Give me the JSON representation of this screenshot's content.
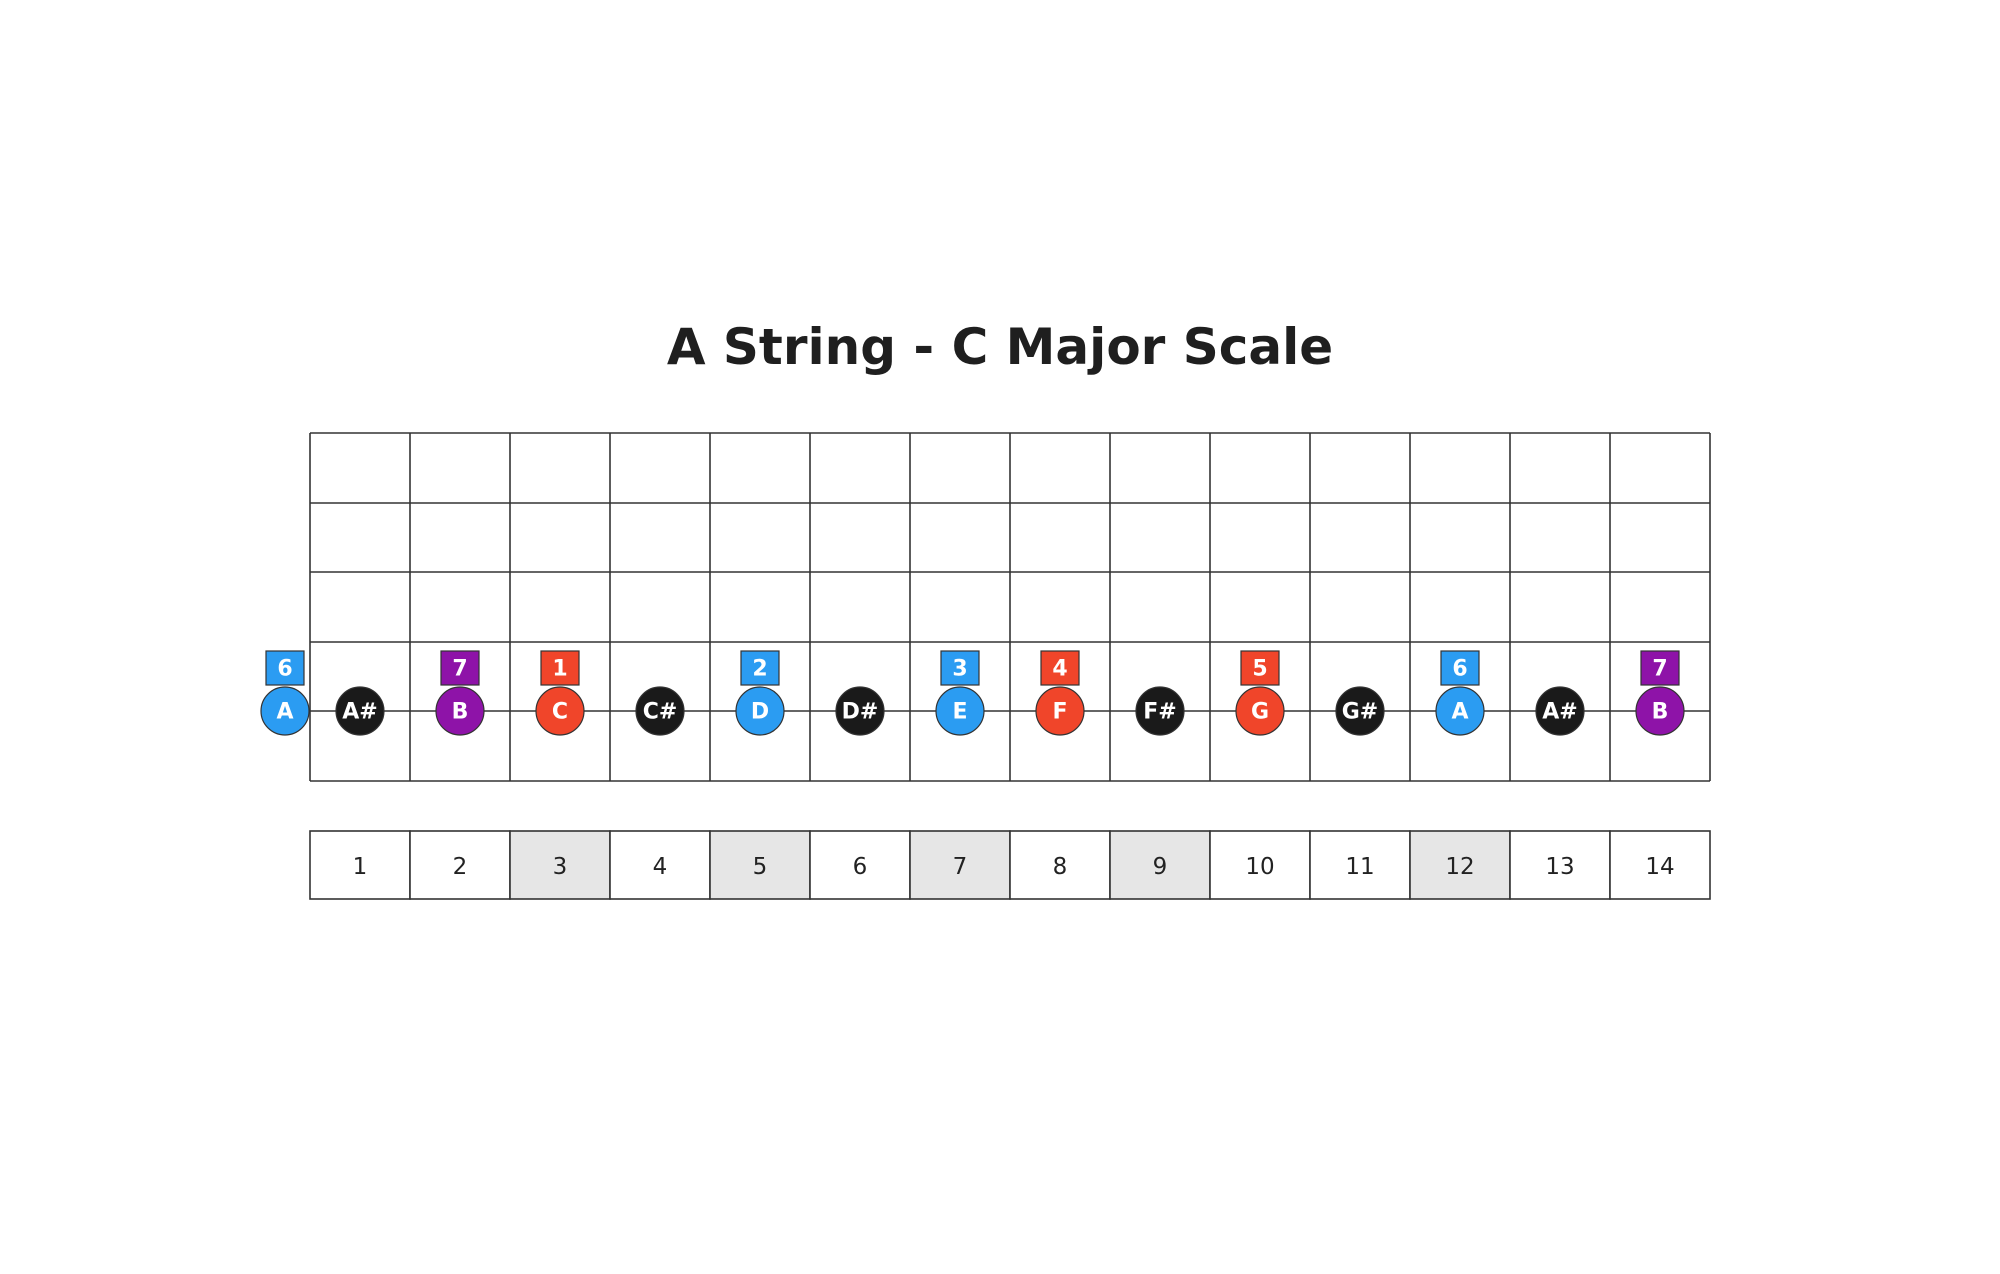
{
  "title": "A String - C Major Scale",
  "colors": {
    "degree_blue": "#2b9cf2",
    "degree_red": "#f0452a",
    "degree_purple": "#8e13a8",
    "chromatic_black": "#1a1a1a",
    "highlight_fret": "#e6e6e6",
    "grid_line": "#333333"
  },
  "open_note": {
    "note": "A",
    "degree": "6",
    "color": "blue"
  },
  "frets": [
    {
      "number": "1",
      "note": "A#",
      "degree": "",
      "color": "black",
      "highlighted": false
    },
    {
      "number": "2",
      "note": "B",
      "degree": "7",
      "color": "purple",
      "highlighted": false
    },
    {
      "number": "3",
      "note": "C",
      "degree": "1",
      "color": "red",
      "highlighted": true
    },
    {
      "number": "4",
      "note": "C#",
      "degree": "",
      "color": "black",
      "highlighted": false
    },
    {
      "number": "5",
      "note": "D",
      "degree": "2",
      "color": "blue",
      "highlighted": true
    },
    {
      "number": "6",
      "note": "D#",
      "degree": "",
      "color": "black",
      "highlighted": false
    },
    {
      "number": "7",
      "note": "E",
      "degree": "3",
      "color": "blue",
      "highlighted": true
    },
    {
      "number": "8",
      "note": "F",
      "degree": "4",
      "color": "red",
      "highlighted": false
    },
    {
      "number": "9",
      "note": "F#",
      "degree": "",
      "color": "black",
      "highlighted": true
    },
    {
      "number": "10",
      "note": "G",
      "degree": "5",
      "color": "red",
      "highlighted": false
    },
    {
      "number": "11",
      "note": "G#",
      "degree": "",
      "color": "black",
      "highlighted": false
    },
    {
      "number": "12",
      "note": "A",
      "degree": "6",
      "color": "blue",
      "highlighted": true
    },
    {
      "number": "13",
      "note": "A#",
      "degree": "",
      "color": "black",
      "highlighted": false
    },
    {
      "number": "14",
      "note": "B",
      "degree": "7",
      "color": "purple",
      "highlighted": false
    }
  ]
}
